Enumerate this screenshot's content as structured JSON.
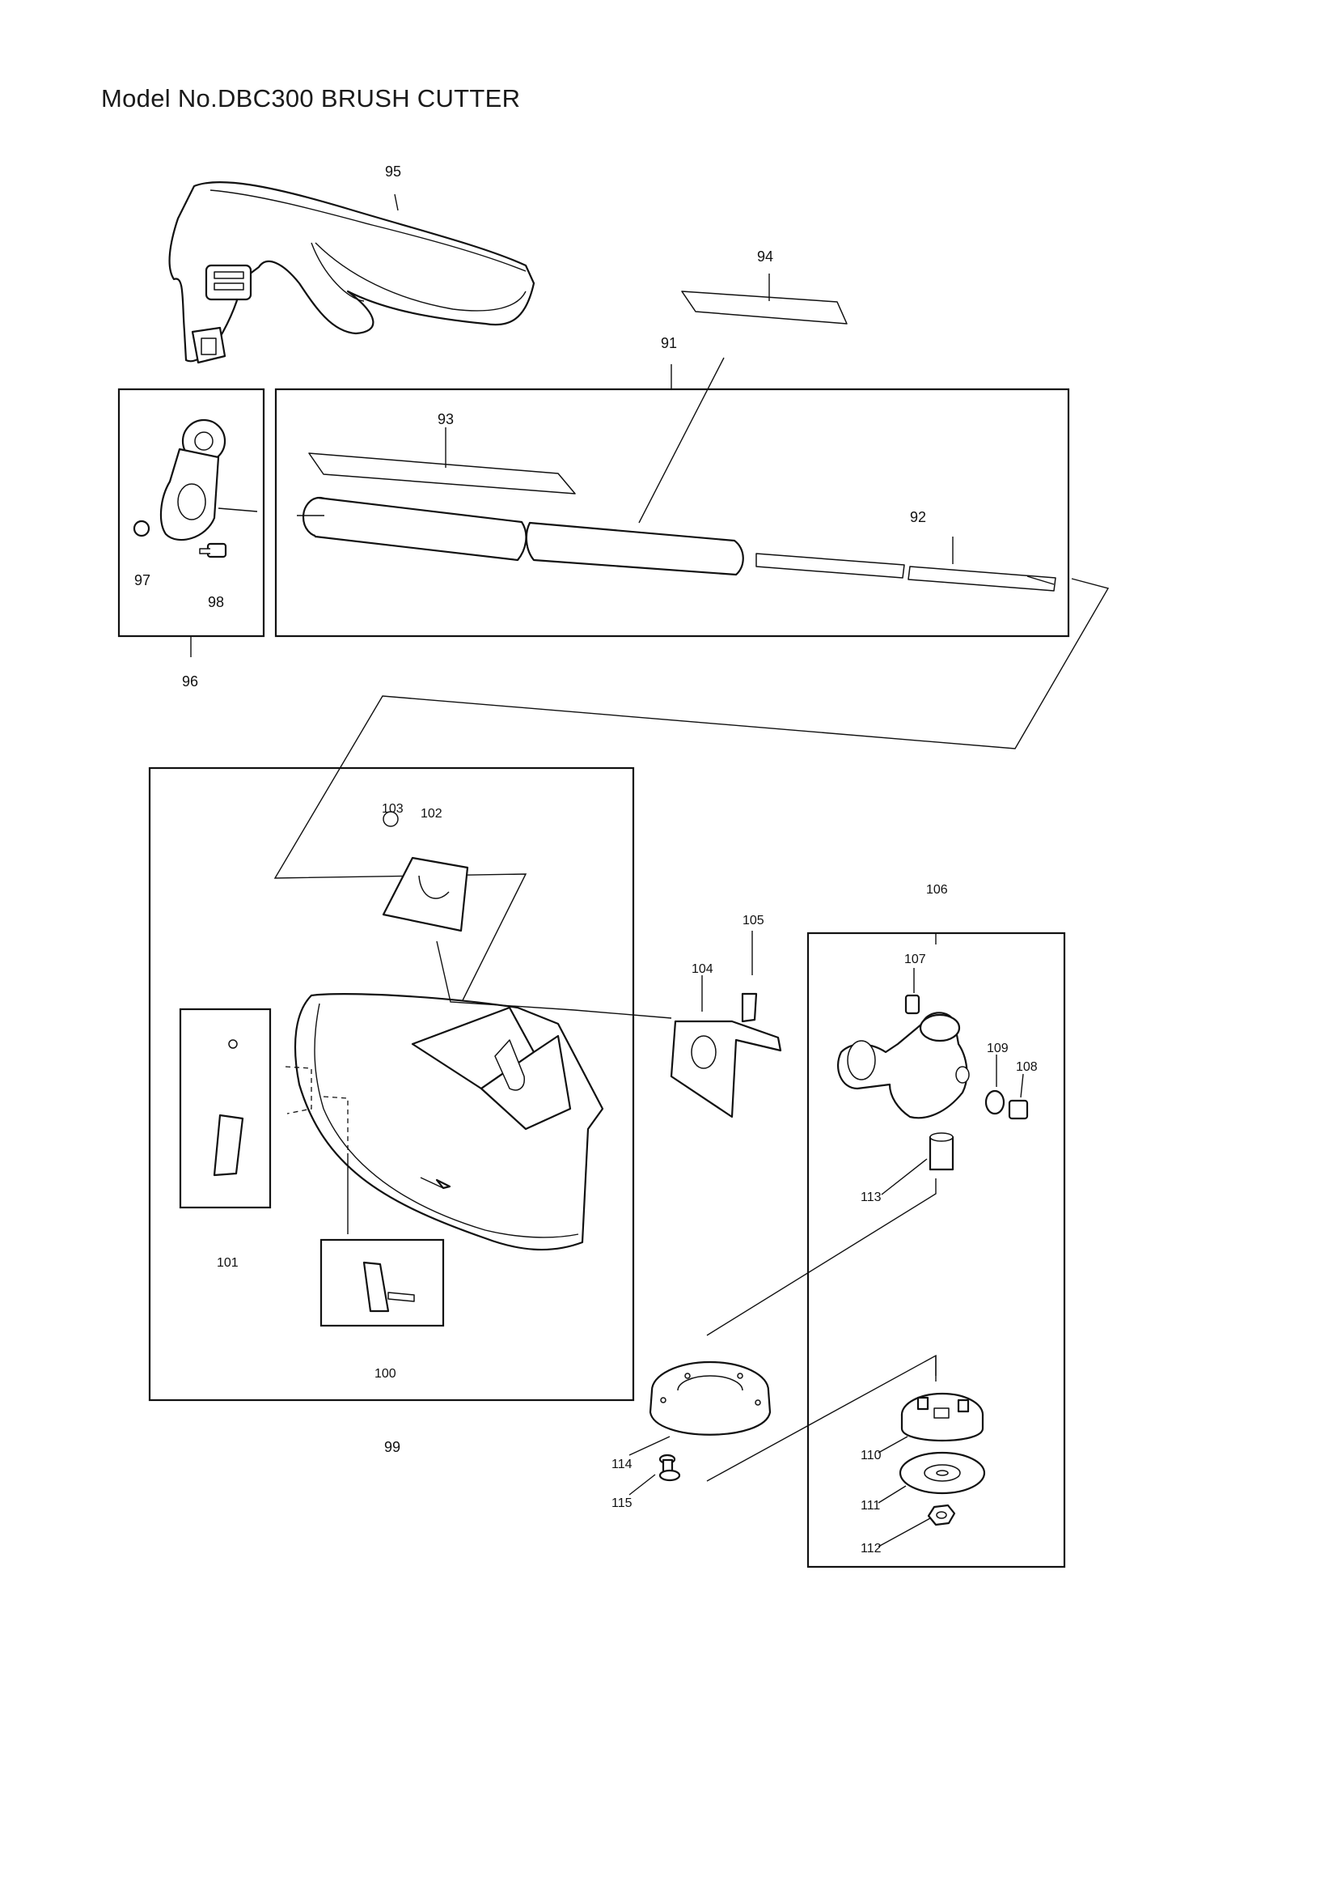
{
  "page": {
    "title": "Model No.DBC300 BRUSH CUTTER"
  },
  "callouts": {
    "p91": "91",
    "p92": "92",
    "p93": "93",
    "p94": "94",
    "p95": "95",
    "p96": "96",
    "p97": "97",
    "p98": "98",
    "p99": "99",
    "p100": "100",
    "p101": "101",
    "p102": "102",
    "p103": "103",
    "p104": "104",
    "p105": "105",
    "p106": "106",
    "p107": "107",
    "p108": "108",
    "p109": "109",
    "p110": "110",
    "p111": "111",
    "p112": "112",
    "p113": "113",
    "p114": "114",
    "p115": "115"
  }
}
